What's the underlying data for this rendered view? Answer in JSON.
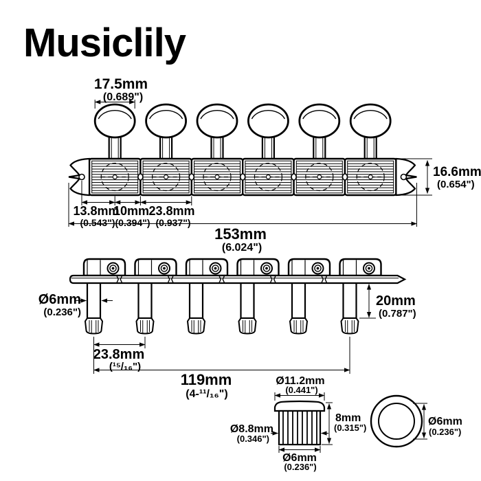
{
  "brand": {
    "logo": "Musiclily"
  },
  "colors": {
    "line": "#000000",
    "background": "#ffffff"
  },
  "front": {
    "button_width": {
      "mm": "17.5mm",
      "inch": "(0.689\")"
    },
    "plate_height": {
      "mm": "16.6mm",
      "inch": "(0.654\")"
    },
    "end_hole_offset": {
      "mm": "13.8mm",
      "inch": "(0.543\")"
    },
    "hole_gap": {
      "mm": "10mm",
      "inch": "(0.394\")"
    },
    "unit_spacing": {
      "mm": "23.8mm",
      "inch": "(0.937\")"
    },
    "total_length": {
      "mm": "153mm",
      "inch": "(6.024\")"
    }
  },
  "rear": {
    "post_diameter": {
      "mm": "Ø6mm",
      "inch": "(0.236\")"
    },
    "post_height": {
      "mm": "20mm",
      "inch": "(0.787\")"
    },
    "post_spacing": {
      "mm": "23.8mm",
      "inch": "(¹⁵/₁₆\")"
    },
    "mount_span": {
      "mm": "119mm",
      "inch": "(4-¹¹/₁₆\")"
    }
  },
  "bushing": {
    "head_diameter": {
      "mm": "Ø11.2mm",
      "inch": "(0.441\")"
    },
    "height": {
      "mm": "8mm",
      "inch": "(0.315\")"
    },
    "body_diameter": {
      "mm": "Ø8.8mm",
      "inch": "(0.346\")"
    },
    "bore_diameter": {
      "mm": "Ø6mm",
      "inch": "(0.236\")"
    }
  },
  "washer": {
    "inner_diameter": {
      "mm": "Ø6mm",
      "inch": "(0.236\")"
    }
  }
}
